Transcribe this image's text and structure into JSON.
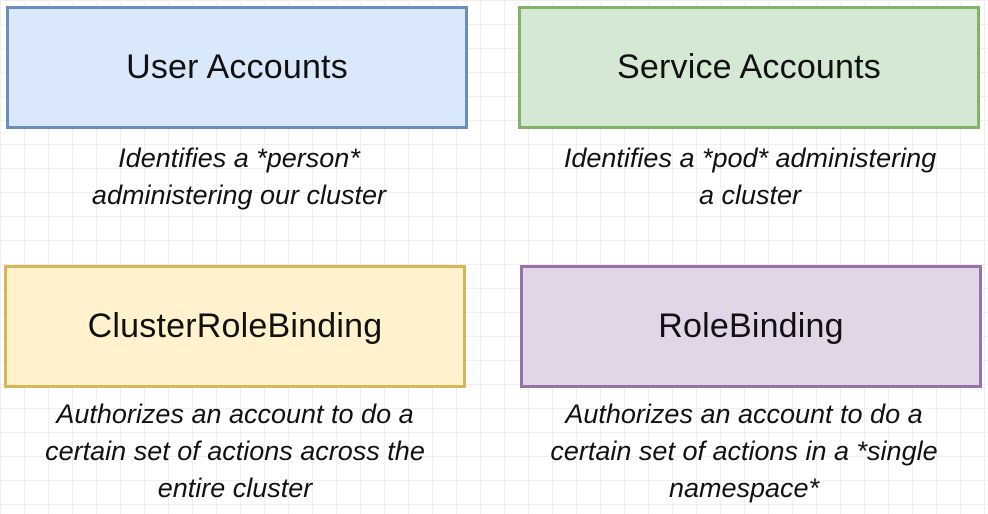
{
  "cards": {
    "user_accounts": {
      "title": "User Accounts",
      "description": [
        "Identifies a *person*",
        "administering our cluster"
      ],
      "fill": "#dae8fc",
      "stroke": "#6c8ebf"
    },
    "service_accounts": {
      "title": "Service Accounts",
      "description": [
        "Identifies a *pod* administering",
        "a cluster"
      ],
      "fill": "#d5e8d4",
      "stroke": "#82b366"
    },
    "cluster_role_binding": {
      "title": "ClusterRoleBinding",
      "description": [
        "Authorizes an account to do a",
        "certain set of actions across the",
        "entire cluster"
      ],
      "fill": "#fff2cc",
      "stroke": "#d6b656"
    },
    "role_binding": {
      "title": "RoleBinding",
      "description": [
        "Authorizes an account to do a",
        "certain set of actions in a *single",
        "namespace*"
      ],
      "fill": "#e1d5e7",
      "stroke": "#9673a6"
    }
  }
}
